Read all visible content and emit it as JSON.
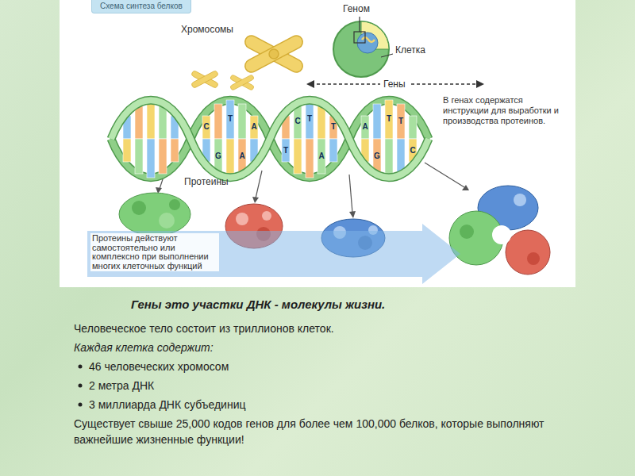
{
  "diagram": {
    "title": "Гены это участки ДНК - молекулы жизни.",
    "nodes": [
      {
        "text": [
          "Схема синтеза белков"
        ]
      },
      {
        "text": [
          "Протеины действуют самостоятельно или комплексно при выполнении многих клеточных функций"
        ]
      }
    ],
    "labels": [
      "Хромосомы",
      "Геном",
      "Клетка",
      "Гены",
      "В генах содержатся инструкции для выработки и производства протеинов.",
      "Протеины",
      "C",
      "G",
      "T",
      "A",
      "A",
      "T",
      "C",
      "T",
      "A",
      "T",
      "A",
      "G",
      "T",
      "T",
      "C",
      "Человеческое тело состоит из триллионов клеток.",
      "Каждая клетка содержит:",
      "46 человеческих хромосом",
      "2 метра ДНК",
      "3 миллиарда ДНК субъединиц",
      "Существует свыше 25,000 кодов генов для более чем 100,000 белков, которые выполняют важнейшие жизненные функции!"
    ]
  }
}
